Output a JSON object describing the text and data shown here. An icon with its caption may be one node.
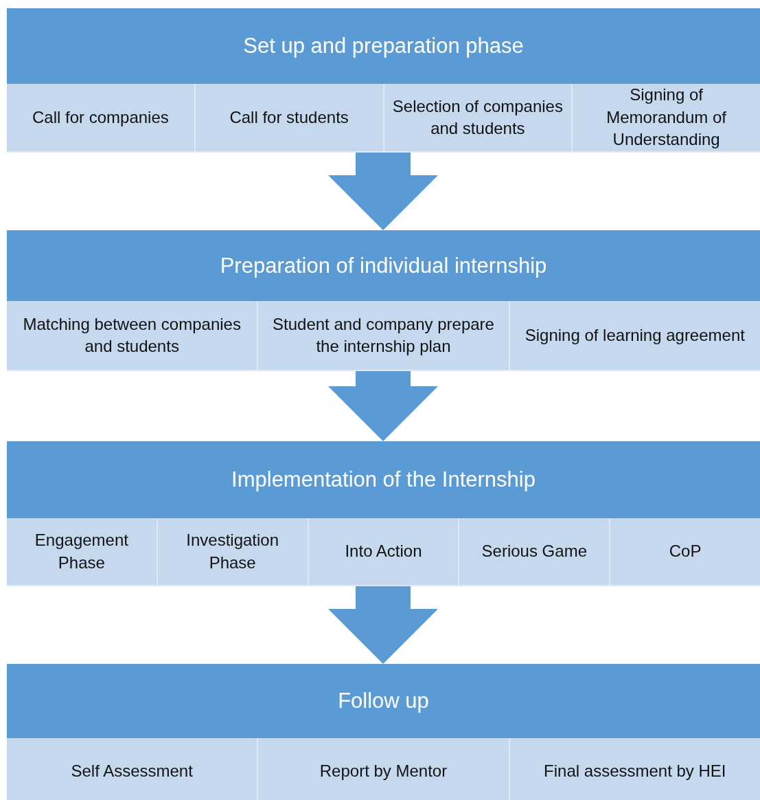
{
  "diagram": {
    "nodes": [
      {
        "text": [
          "Set up and preparation phase"
        ]
      },
      {
        "text": [
          "Call for companies"
        ],
        "in": 0
      },
      {
        "text": [
          "Call for students"
        ],
        "in": 0
      },
      {
        "text": [
          "Selection of companies and students"
        ],
        "in": 0
      },
      {
        "text": [
          "Signing of Memorandum of Understanding"
        ],
        "in": 0
      },
      {
        "text": [
          "Preparation of individual internship"
        ]
      },
      {
        "text": [
          "Matching between companies and students"
        ],
        "in": 5
      },
      {
        "text": [
          "Student and company prepare the internship plan"
        ],
        "in": 5
      },
      {
        "text": [
          "Signing of learning agreement"
        ],
        "in": 5
      },
      {
        "text": [
          "Implementation of the Internship"
        ]
      },
      {
        "text": [
          "Engagement Phase"
        ],
        "in": 9
      },
      {
        "text": [
          "Investigation Phase"
        ],
        "in": 9
      },
      {
        "text": [
          "Into Action"
        ],
        "in": 9
      },
      {
        "text": [
          "Serious Game"
        ],
        "in": 9
      },
      {
        "text": [
          "CoP"
        ],
        "in": 9
      },
      {
        "text": [
          "Follow up"
        ]
      },
      {
        "text": [
          "Self Assessment"
        ],
        "in": 15
      },
      {
        "text": [
          "Report by Mentor"
        ],
        "in": 15
      },
      {
        "text": [
          "Final assessment by HEI"
        ],
        "in": 15
      }
    ],
    "edges": [
      {
        "from": 0,
        "to": 5,
        "arrow": "to"
      },
      {
        "from": 5,
        "to": 9,
        "arrow": "to"
      },
      {
        "from": 9,
        "to": 15,
        "arrow": "to"
      }
    ]
  }
}
